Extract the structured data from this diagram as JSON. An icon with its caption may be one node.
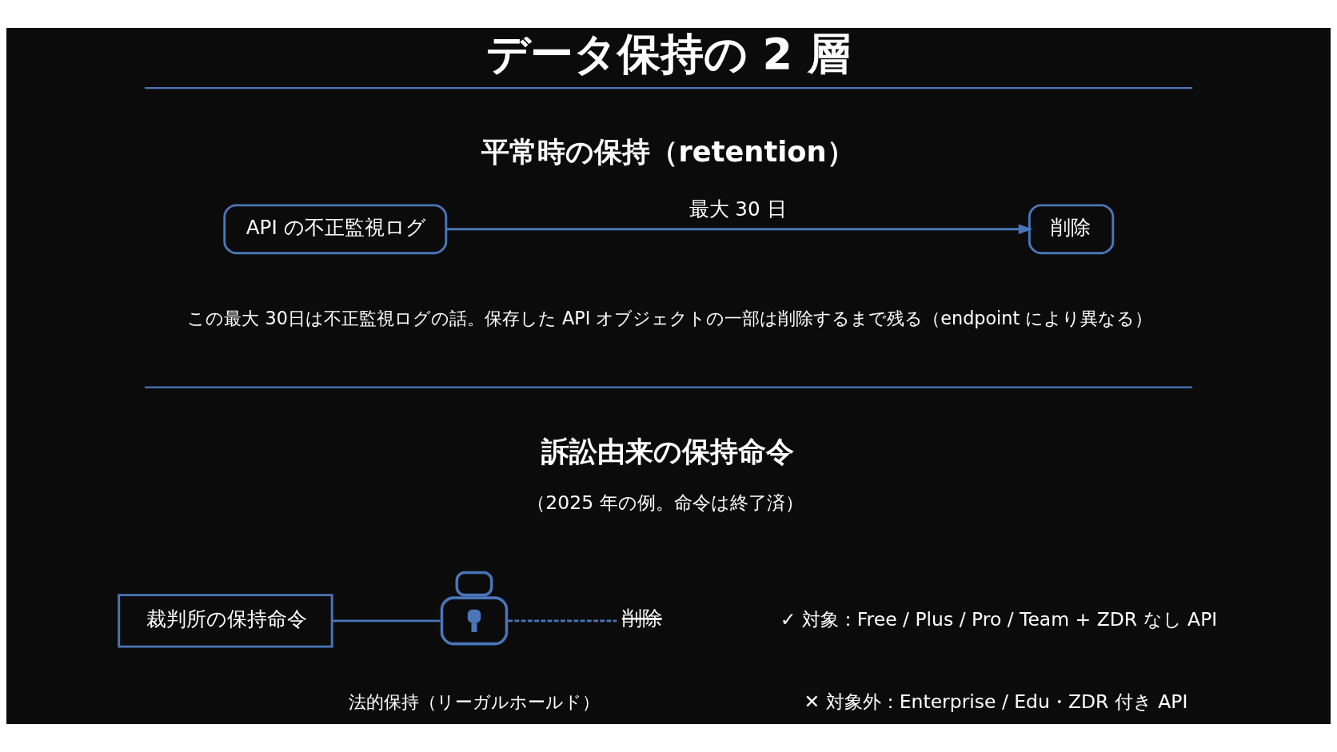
{
  "diagram": {
    "title": "データ保持の 2 層",
    "nodes": [
      {
        "text": [
          "API の不正監視ログ"
        ]
      },
      {
        "text": [
          "削除"
        ]
      },
      {
        "text": [
          "裁判所の保持命令"
        ]
      },
      {
        "text": [],
        "shape": "padlock",
        "beside": [
          "法的保持（リーガルホールド）"
        ]
      },
      {
        "text": [
          "削除"
        ]
      }
    ],
    "edges": [
      {
        "from": 0,
        "to": 1,
        "arrow": "to",
        "label": "最大 30 日"
      },
      {
        "from": 2,
        "to": 3,
        "arrow": "none"
      },
      {
        "from": 3,
        "to": 4,
        "arrow": "none",
        "style": "dashed"
      }
    ],
    "labels": [
      "平常時の保持（retention）",
      "この最大 30日は不正監視ログの話。保存した API オブジェクトの一部は削除するまで残る（endpoint により異なる）",
      "訴訟由来の保持命令",
      "（2025 年の例。命令は終了済）",
      "✓ 対象：Free / Plus / Pro / Team + ZDR なし API",
      "✕ 対象外：Enterprise / Edu・ZDR 付き API"
    ]
  }
}
